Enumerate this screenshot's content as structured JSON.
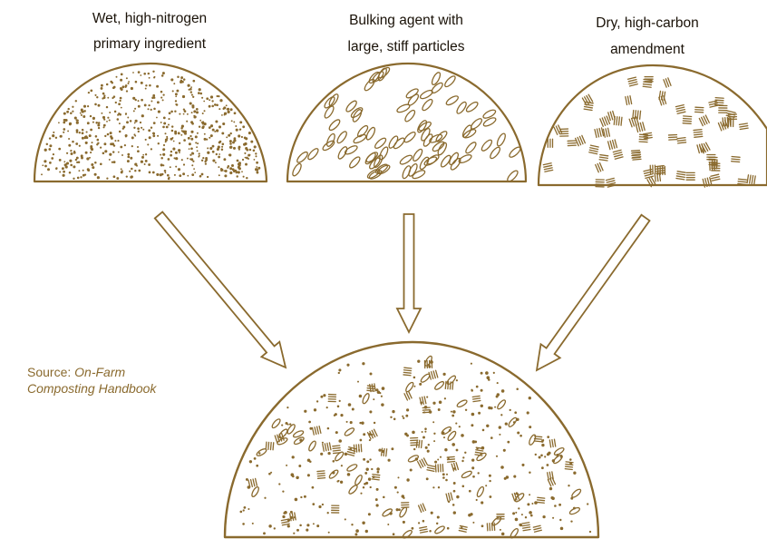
{
  "labels": {
    "wet_ingredient": [
      "Wet, high-nitrogen",
      "primary ingredient"
    ],
    "bulking_agent": [
      "Bulking agent with",
      "large, stiff particles"
    ],
    "dry_amendment": [
      "Dry, high-carbon",
      "amendment"
    ]
  },
  "source": {
    "prefix": "Source:",
    "title_line1": "On-Farm",
    "title_line2": "Composting Handbook"
  },
  "colors": {
    "ink": "#8a6a2e",
    "text": "#1a1208",
    "background": "#ffffff"
  }
}
